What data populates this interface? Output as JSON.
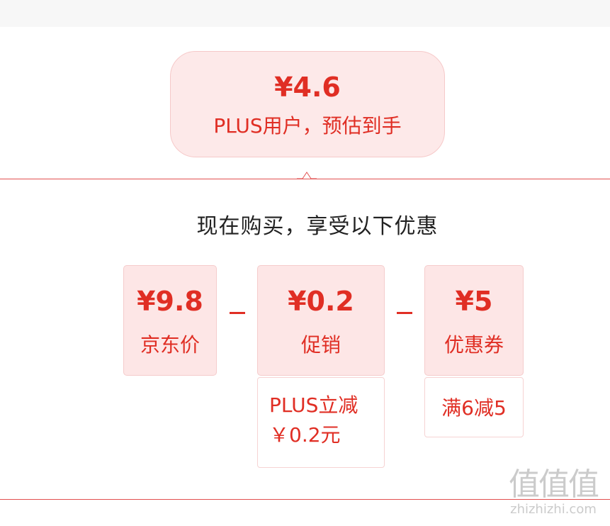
{
  "summary": {
    "price": "¥4.6",
    "caption": "PLUS用户，预估到手"
  },
  "headline": "现在购买，享受以下优惠",
  "breakdown": {
    "jd_price": {
      "amount": "¥9.8",
      "label": "京东价"
    },
    "promotion": {
      "amount": "¥0.2",
      "label": "促销",
      "detail_line1": "PLUS立减",
      "detail_line2": "￥0.2元"
    },
    "coupon": {
      "amount": "¥5",
      "label": "优惠券",
      "detail": "满6减5"
    }
  },
  "watermark": {
    "glyphs": "值值值",
    "url": "zhizhizhi.com"
  },
  "colors": {
    "accent": "#e02e24",
    "box_bg": "#fde6e6",
    "divider": "#e25050"
  }
}
